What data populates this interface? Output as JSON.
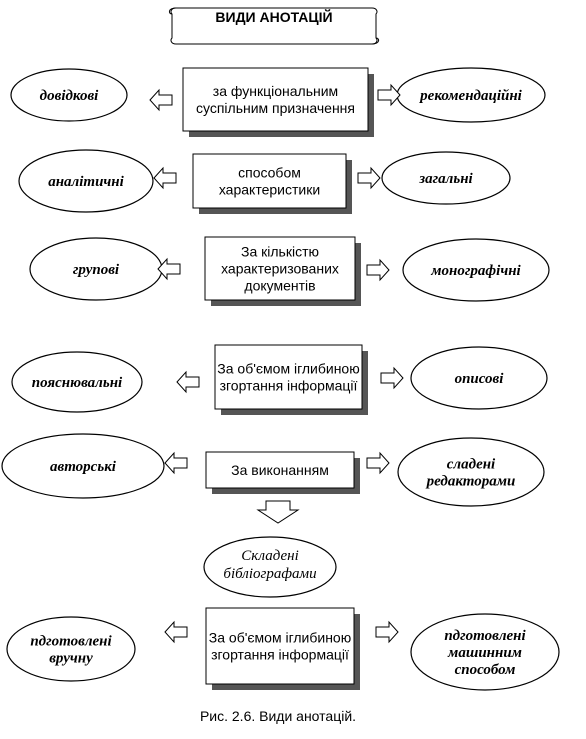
{
  "title": "ВИДИ АНОТАЦІЙ",
  "rows": [
    {
      "center": [
        "за функціональним",
        "суспільним призначення"
      ],
      "left": [
        "довідкові"
      ],
      "right": [
        "рекомендаційні"
      ]
    },
    {
      "center": [
        "способом",
        "характеристики"
      ],
      "left": [
        "аналітичні"
      ],
      "right": [
        "загальні"
      ]
    },
    {
      "center": [
        "За кількістю",
        "характеризованих",
        "документів"
      ],
      "left": [
        "групові"
      ],
      "right": [
        "монографічні"
      ]
    },
    {
      "center": [
        "За об'ємом іглибиною",
        "згортання інформації"
      ],
      "left": [
        "пояснювальні"
      ],
      "right": [
        "описові"
      ]
    },
    {
      "center": [
        "За виконанням"
      ],
      "left": [
        "авторські"
      ],
      "right": [
        "сладені",
        "редакторами"
      ]
    },
    {
      "center": [
        "За об'ємом іглибиною",
        "згортання інформації"
      ],
      "left": [
        "пдготовлені",
        "вручну"
      ],
      "right": [
        "пдготовлені",
        "машинним",
        "способом"
      ]
    }
  ],
  "middle_oval": [
    "Складені",
    "бібліографами"
  ],
  "caption": "Рис. 2.6. Види анотацій."
}
